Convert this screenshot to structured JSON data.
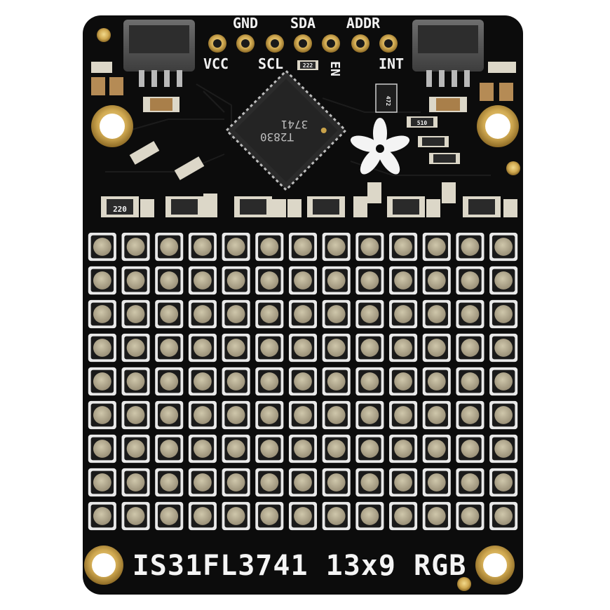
{
  "board": {
    "pin_labels_top": [
      "GND",
      "SDA",
      "ADDR"
    ],
    "pin_labels_bottom": [
      "VCC",
      "SCL",
      "EN",
      "INT"
    ],
    "chip_text_line1": "T2830",
    "chip_text_line2": "3741",
    "bottom_label": "IS31FL3741 13x9 RGB",
    "resistor_labels": [
      "220",
      "510",
      "472"
    ],
    "led_matrix": {
      "columns": 13,
      "rows": 9
    },
    "colors": {
      "pcb": "#0c0c0c",
      "gold_pad": "#c9a24a",
      "silkscreen": "#f2f2f2",
      "led_body": "#e9e9e9",
      "led_lens": "#b6ad92"
    }
  }
}
